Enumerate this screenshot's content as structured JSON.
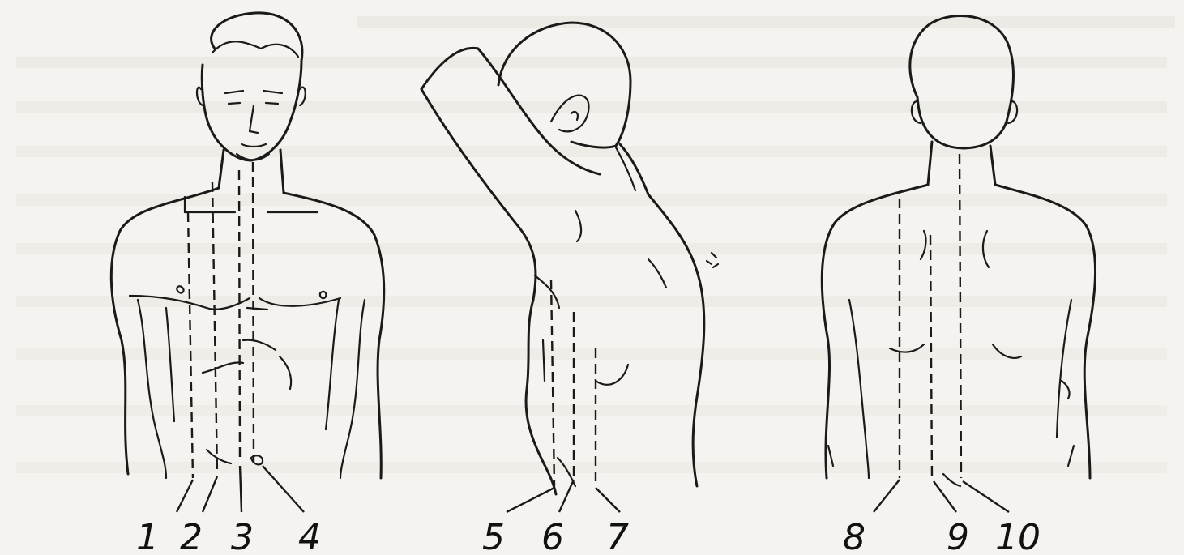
{
  "line_labels": [
    "1",
    "2",
    "3",
    "4",
    "5",
    "6",
    "7",
    "8",
    "9",
    "10"
  ],
  "colors": {
    "ink": "#1a1a1a",
    "paper": "#f4f3ef",
    "bleed": "#dddad2"
  }
}
